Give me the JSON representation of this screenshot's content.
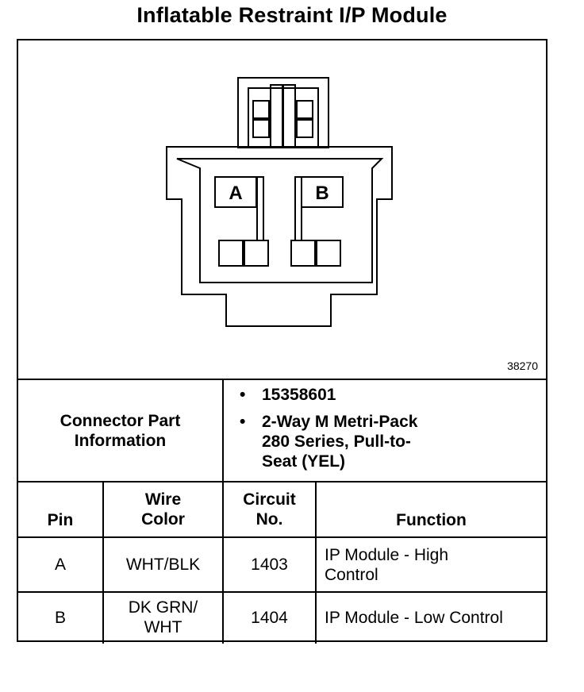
{
  "title": "Inflatable Restraint I/P Module",
  "diagram": {
    "reference_number": "38270",
    "cavity_labels": [
      "A",
      "B"
    ]
  },
  "connector_info": {
    "label": "Connector Part Information",
    "bullet": "•",
    "items": [
      "15358601",
      "2-Way M Metri-Pack 280 Series, Pull-to-Seat (YEL)"
    ]
  },
  "table": {
    "headers": {
      "pin": "Pin",
      "wire_color": "Wire Color",
      "circuit": "Circuit No.",
      "function": "Function"
    },
    "rows": [
      {
        "pin": "A",
        "wire_color": "WHT/BLK",
        "circuit": "1403",
        "function": "IP Module - High Control"
      },
      {
        "pin": "B",
        "wire_color": "DK GRN/ WHT",
        "circuit": "1404",
        "function": "IP Module - Low Control"
      }
    ]
  }
}
